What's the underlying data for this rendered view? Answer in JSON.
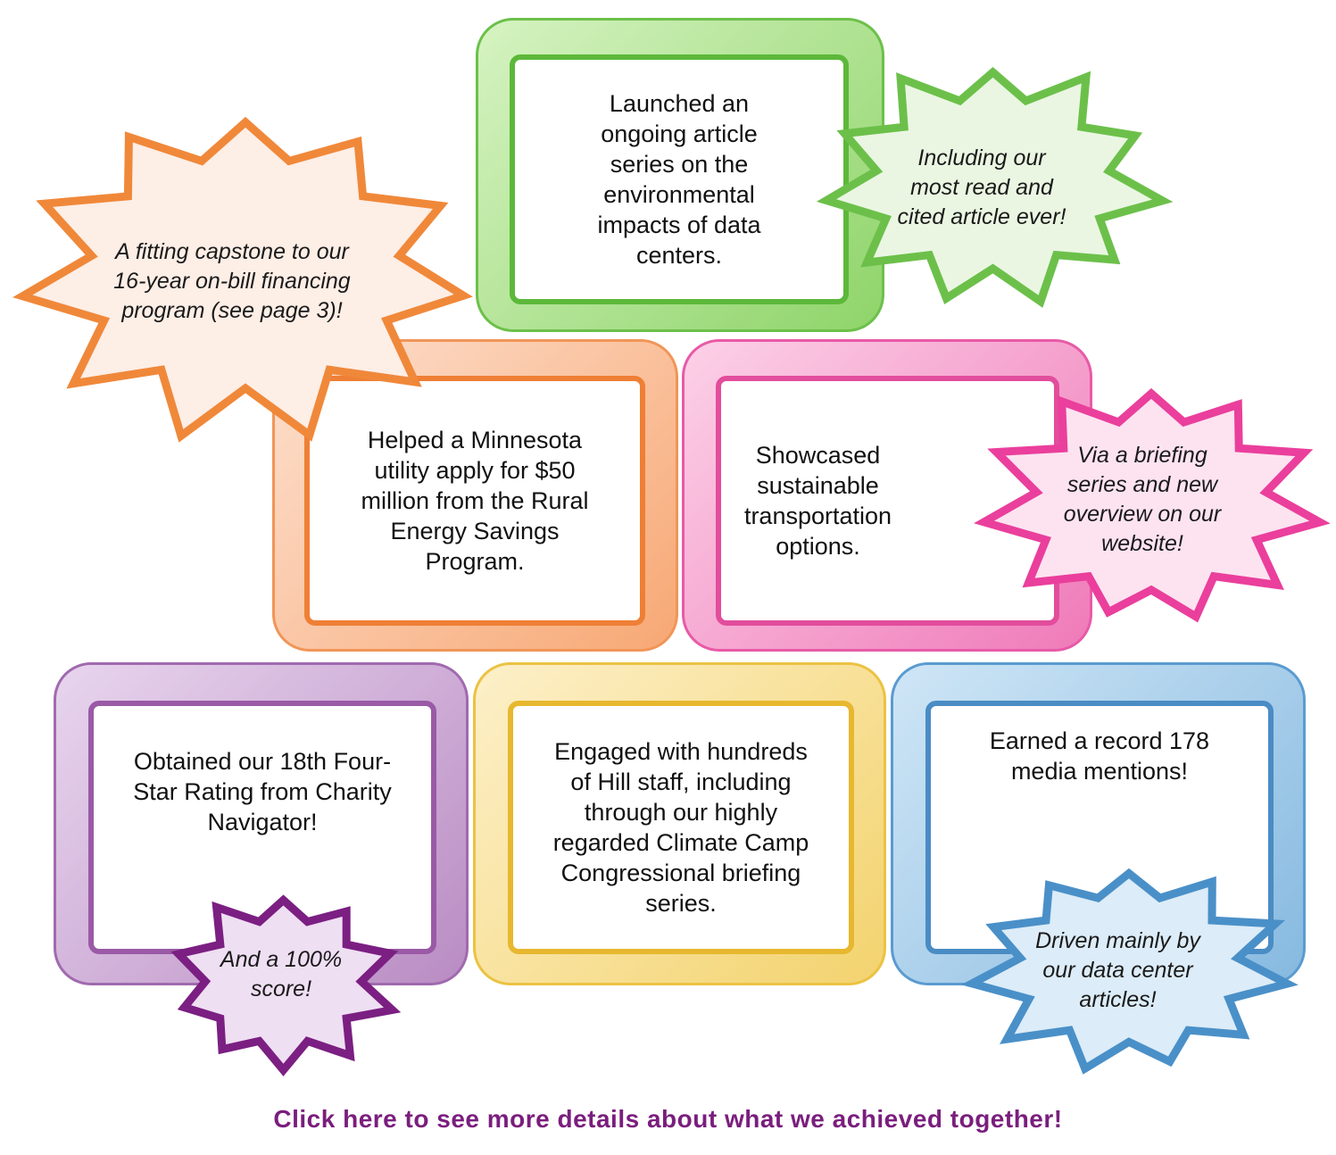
{
  "frames": {
    "green": "Launched an ongoing article series on the environmental impacts of data centers.",
    "orange": "Helped a Minnesota utility apply for $50 million from the Rural Energy Savings Program.",
    "pink": "Showcased sustainable transportation options.",
    "purple": "Obtained our 18th Four-Star Rating from Charity Navigator!",
    "yellow": "Engaged with hundreds of Hill staff, including through our highly regarded Climate Camp Congressional briefing series.",
    "blue": "Earned a record 178 media mentions!"
  },
  "bursts": {
    "orange": "A fitting capstone to our 16-year on-bill financing program (see page 3)!",
    "green": "Including our most read and cited article ever!",
    "pink": "Via a briefing series and new overview on our website!",
    "purple": "And a 100% score!",
    "blue": "Driven mainly by our data center articles!"
  },
  "colors": {
    "green": "#6cc04a",
    "orange": "#f0883a",
    "pink": "#ea3f9c",
    "purple": "#9b4fa3",
    "yellow": "#f2c53a",
    "blue": "#4a90c8",
    "cta": "#7a1e7d"
  },
  "cta": "Click here to see more details about what we achieved together!"
}
